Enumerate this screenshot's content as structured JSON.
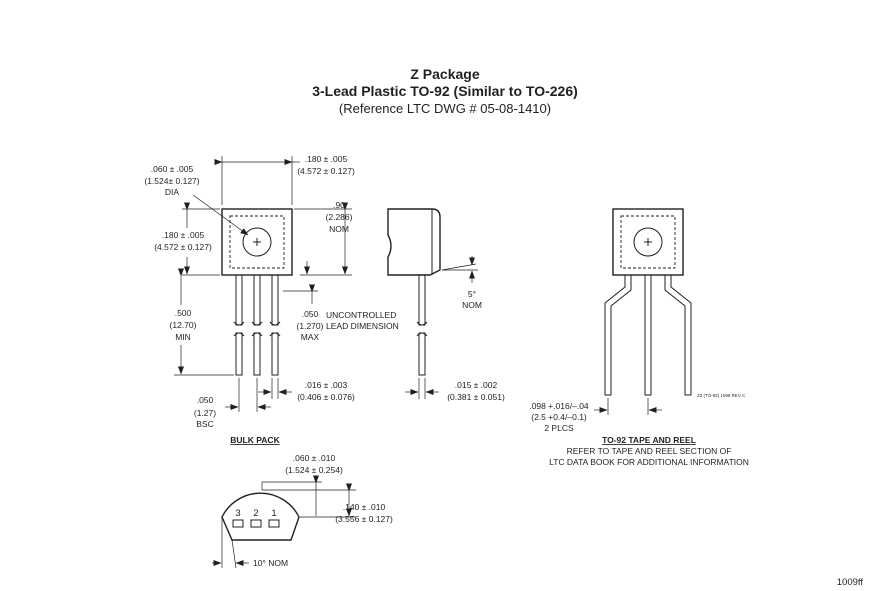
{
  "header": {
    "title": "Z Package",
    "subtitle": "3-Lead Plastic TO-92 (Similar to TO-226)",
    "reference": "(Reference LTC DWG # 05-08-1410)"
  },
  "dimensions": {
    "dia_in": ".060 ± .005",
    "dia_mm": "(1.524± 0.127)",
    "dia_label": "DIA",
    "width_in": ".180 ± .005",
    "width_mm": "(4.572 ± 0.127)",
    "height_in": ".180 ± .005",
    "height_mm": "(4.572 ± 0.127)",
    "seat_in": ".90",
    "seat_mm": "(2.286)",
    "seat_label": "NOM",
    "lead_len_in": ".500",
    "lead_len_mm": "(12.70)",
    "lead_len_label": "MIN",
    "uncontrolled_in": ".050",
    "uncontrolled_mm": "(1.270)",
    "uncontrolled_max": "MAX",
    "uncontrolled_label_1": "UNCONTROLLED",
    "uncontrolled_label_2": "LEAD DIMENSION",
    "lead_w_in": ".016 ± .003",
    "lead_w_mm": "(0.406 ± 0.076)",
    "pitch_in": ".050",
    "pitch_mm": "(1.27)",
    "pitch_label": "BSC",
    "angle_val": "5°",
    "angle_label": "NOM",
    "lead_t_in": ".015 ± .002",
    "lead_t_mm": "(0.381 ± 0.051)",
    "tape_in": ".098 +.016/–.04",
    "tape_mm": "(2.5 +0.4/–0.1)",
    "tape_label": "2 PLCS",
    "bottom_w_in": ".060 ± .010",
    "bottom_w_mm": "(1.524 ± 0.254)",
    "bottom_h_in": ".140 ± .010",
    "bottom_h_mm": "(3.556 ± 0.127)",
    "bottom_angle": "10° NOM"
  },
  "sections": {
    "bulk": "BULK PACK",
    "tape": "TO-92 TAPE AND REEL",
    "tape_note_1": "REFER TO TAPE AND REEL SECTION OF",
    "tape_note_2": "LTC DATA BOOK FOR ADDITIONAL INFORMATION"
  },
  "pins": [
    "3",
    "2",
    "1"
  ],
  "drawing_code": "Z3 (TO-92) 1098 REV C",
  "figure_id": "1009ff"
}
